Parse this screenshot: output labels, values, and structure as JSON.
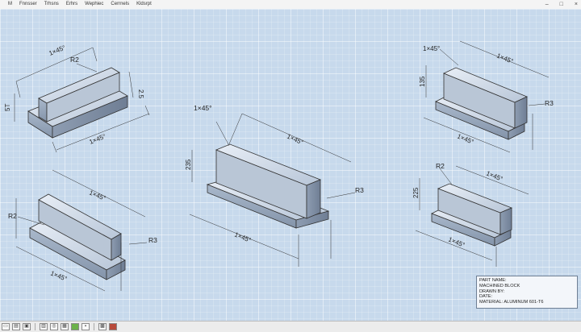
{
  "menu": [
    "M",
    "Fnnsser",
    "Trhsns",
    "Erhrs",
    "Wephiec",
    "Cerrnels",
    "Kldsrpt"
  ],
  "window_controls": [
    "–",
    "□",
    "×"
  ],
  "parts": [
    {
      "id": "part-1",
      "chamfer_top": "1×45°",
      "chamfer_bottom": "1×45°",
      "radius": "R2",
      "height": "5T",
      "step": "2.5"
    },
    {
      "id": "part-2",
      "chamfer_top": "1×45°",
      "chamfer_bottom": "1×45°",
      "radius": "R2",
      "radius2": "R3"
    },
    {
      "id": "part-3",
      "chamfer_top": "1×45°",
      "chamfer_top2": "1×45°",
      "chamfer_bottom": "1×45°",
      "radius": "R3",
      "height": "235"
    },
    {
      "id": "part-4",
      "chamfer_top": "1×45°",
      "chamfer_top2": "1×45°",
      "chamfer_bottom": "1×45°",
      "radius": "R3",
      "height": "135"
    },
    {
      "id": "part-5",
      "chamfer_top": "1×45°",
      "chamfer_bottom": "1×45°",
      "radius": "R2",
      "height": "225"
    }
  ],
  "title_block": {
    "part_name": "PART NAME:",
    "part_value": "MACHINED BLOCK",
    "drawn_by": "DRAWN BY:",
    "date": "DATE:",
    "material": "MATERIAL: ALUMINUM 601-T6"
  },
  "toolbar_icons": [
    "new-doc-icon",
    "open-icon",
    "save-icon",
    "print-icon",
    "zoom-icon",
    "layers-icon",
    "globe-icon",
    "camera-icon",
    "grid-icon",
    "render-icon"
  ]
}
